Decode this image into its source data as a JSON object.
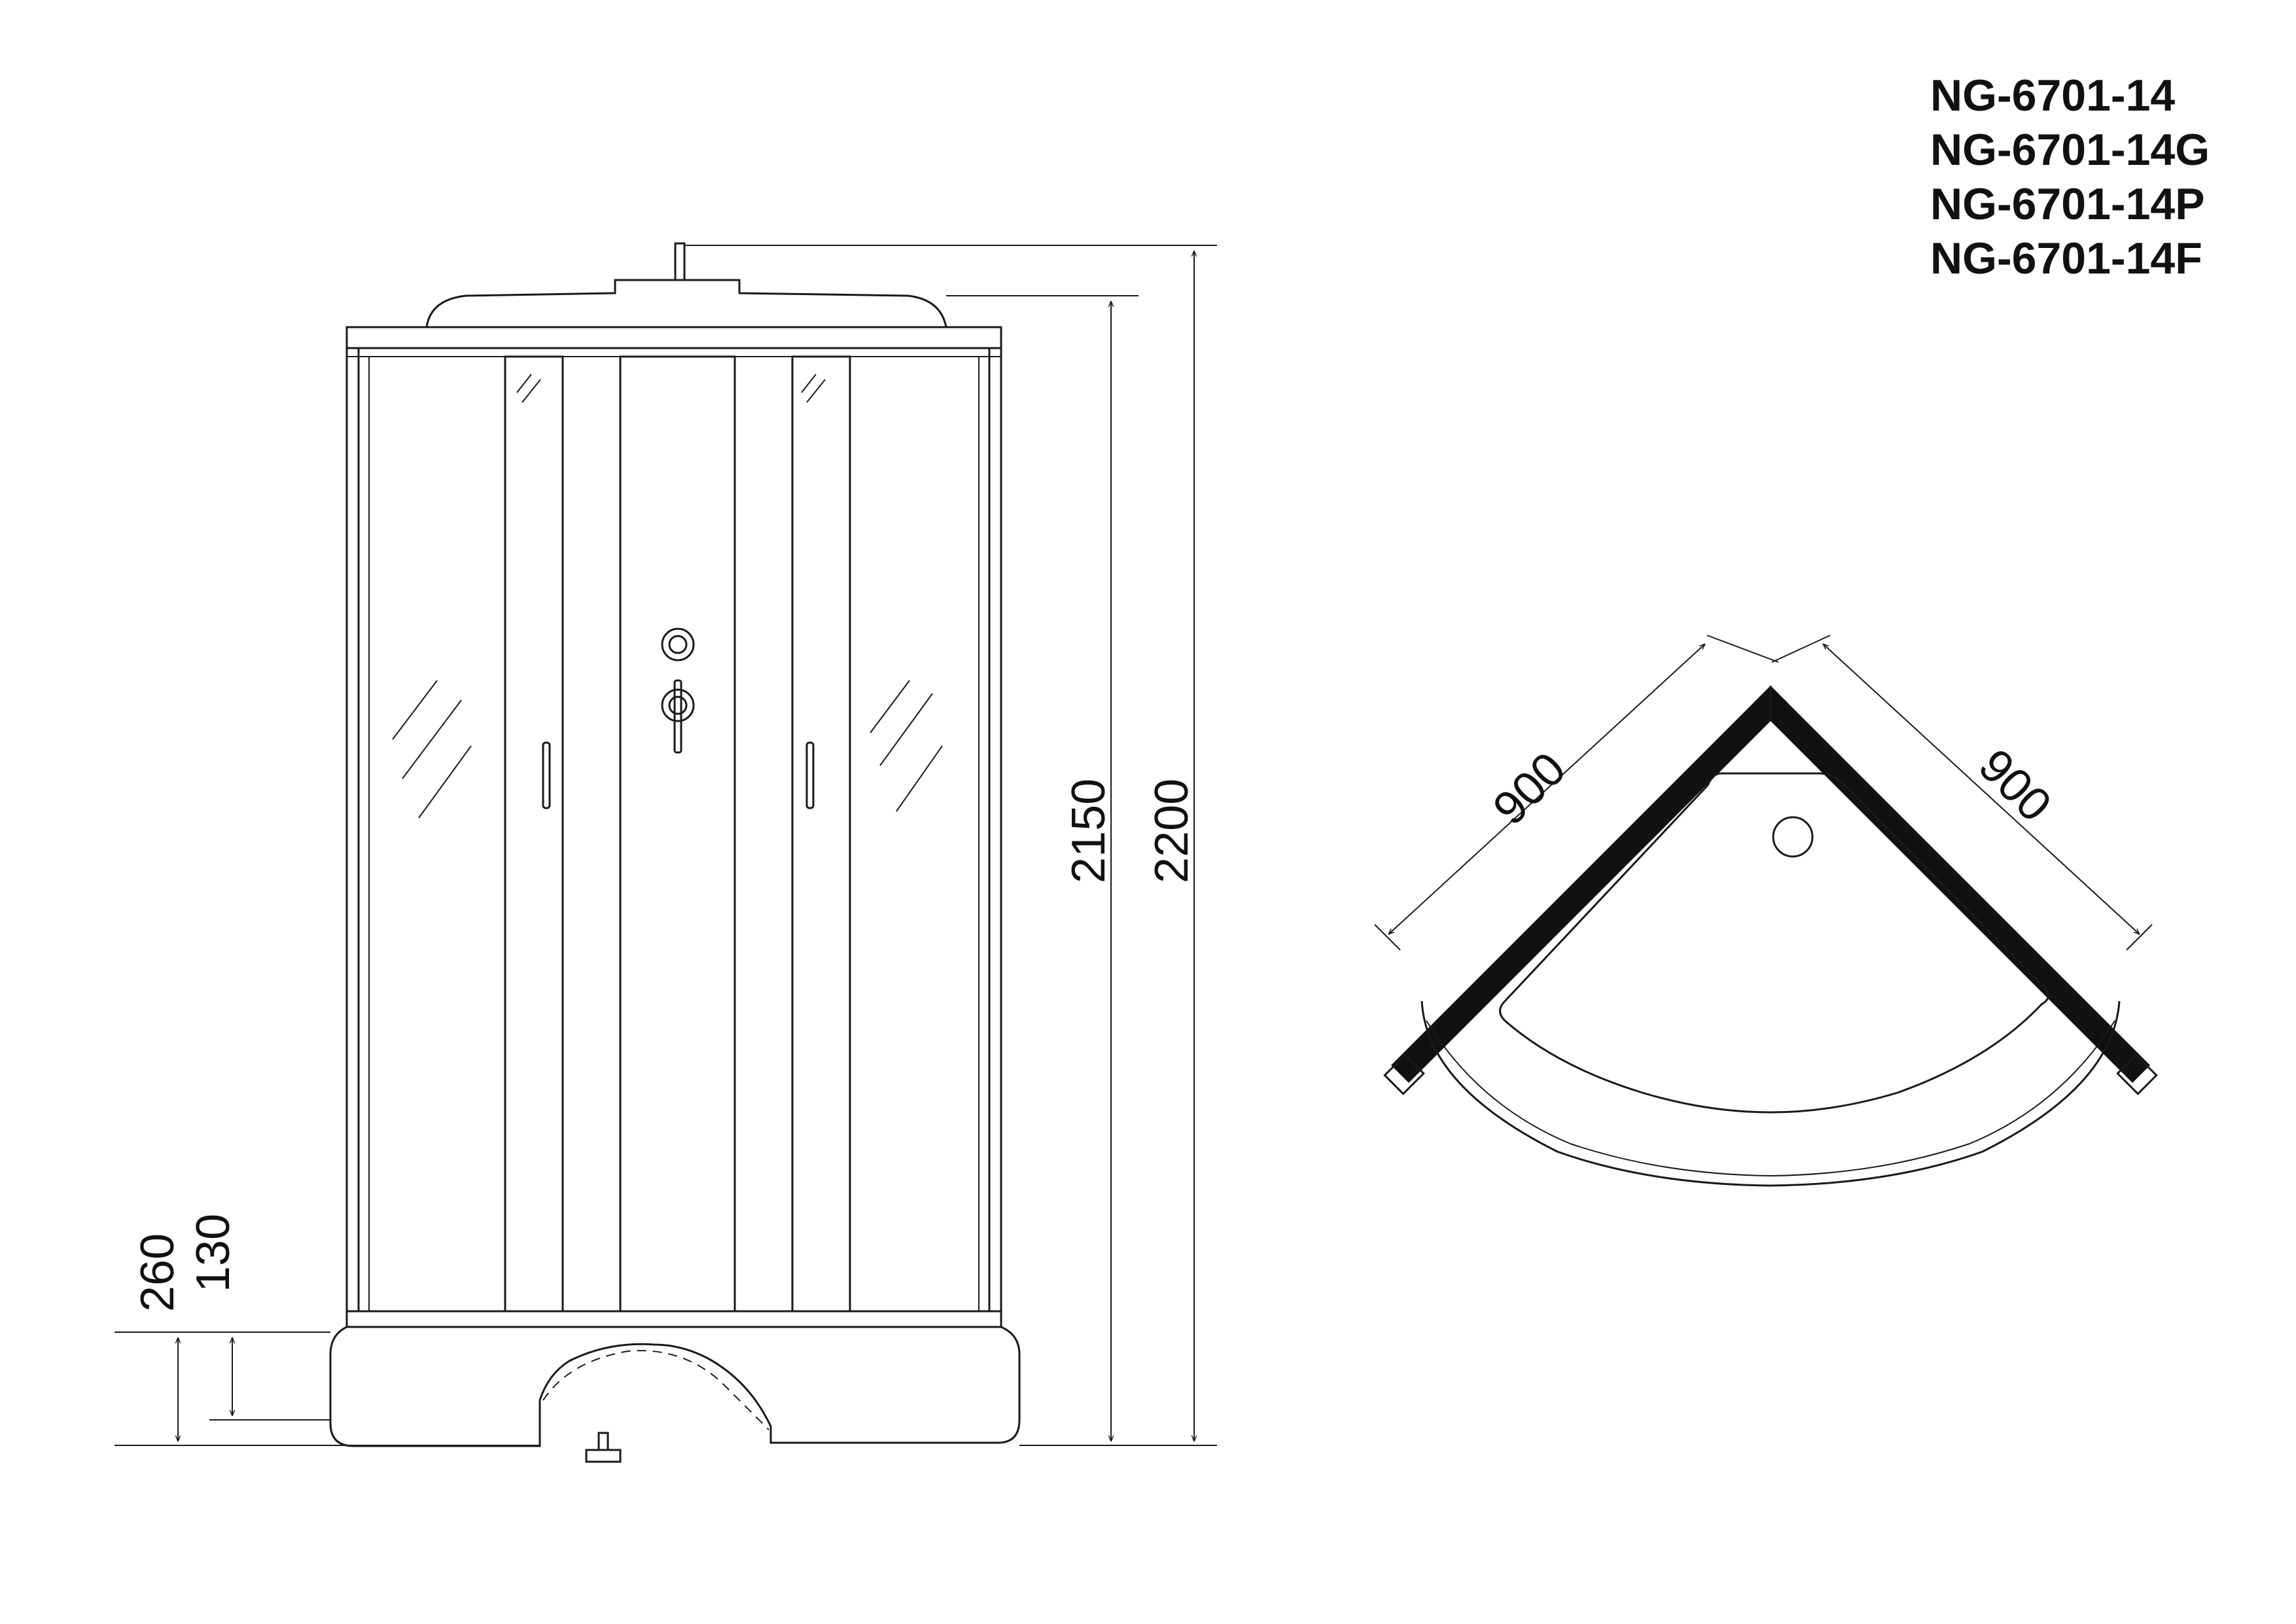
{
  "models": [
    "NG-6701-14",
    "NG-6701-14G",
    "NG-6701-14P",
    "NG-6701-14F"
  ],
  "dimensions": {
    "height_to_frame": "2150",
    "height_total": "2200",
    "tray_height": "260",
    "tray_base": "130",
    "side_left": "900",
    "side_right": "900"
  }
}
